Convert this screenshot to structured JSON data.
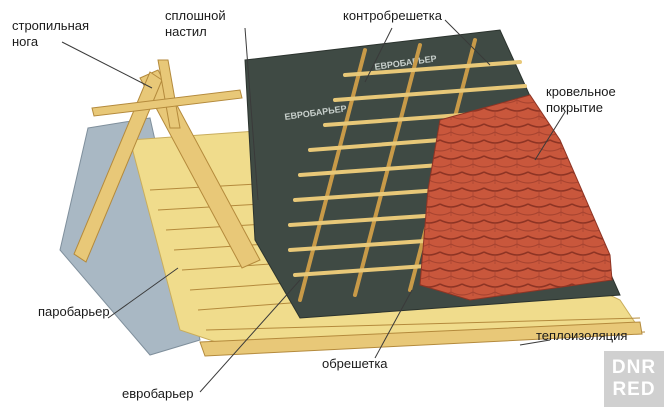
{
  "labels": {
    "rafter_leg_line1": "стропильная",
    "rafter_leg_line2": "нога",
    "solid_deck_line1": "сплошной",
    "solid_deck_line2": "настил",
    "counter_batten": "контробрешетка",
    "roof_covering_line1": "кровельное",
    "roof_covering_line2": "покрытие",
    "vapor_barrier": "паробарьер",
    "batten": "обрешетка",
    "eurobarrier": "евробарьер",
    "insulation": "теплоизоляция",
    "membrane_print": "ЕВРОБАРЬЕР"
  },
  "watermark": {
    "line1": "DNR",
    "line2": "RED"
  },
  "colors": {
    "wood": "#e8c878",
    "wood_dark": "#c89a48",
    "membrane": "#3f4a44",
    "vapor": "#a9b8c4",
    "tile": "#c9573c",
    "tile_dark": "#8e3424",
    "insulation": "#f0dc8c"
  }
}
